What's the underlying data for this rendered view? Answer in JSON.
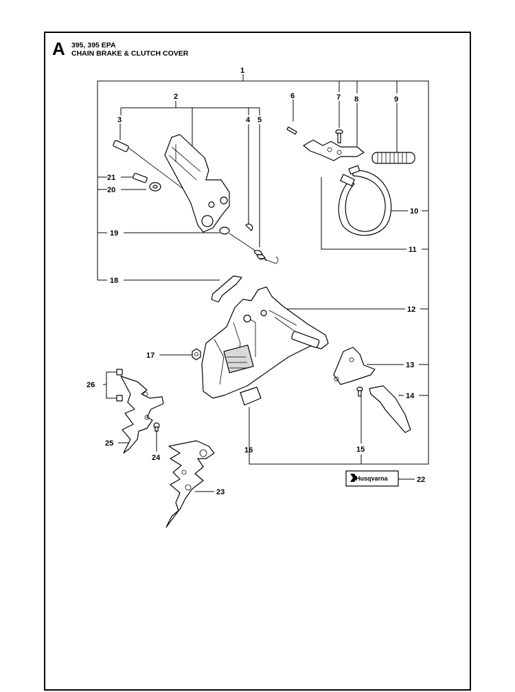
{
  "section": {
    "letter": "A",
    "model_line": "395, 395 EPA",
    "title": "CHAIN BRAKE & CLUTCH COVER"
  },
  "logo": {
    "brand": "Husqvarna"
  },
  "callouts": [
    {
      "id": "c1",
      "label": "1"
    },
    {
      "id": "c2",
      "label": "2"
    },
    {
      "id": "c3",
      "label": "3"
    },
    {
      "id": "c4",
      "label": "4"
    },
    {
      "id": "c5",
      "label": "5"
    },
    {
      "id": "c6",
      "label": "6"
    },
    {
      "id": "c7",
      "label": "7"
    },
    {
      "id": "c8",
      "label": "8"
    },
    {
      "id": "c9",
      "label": "9"
    },
    {
      "id": "c10",
      "label": "10"
    },
    {
      "id": "c11",
      "label": "11"
    },
    {
      "id": "c12",
      "label": "12"
    },
    {
      "id": "c13",
      "label": "13"
    },
    {
      "id": "c14",
      "label": "14"
    },
    {
      "id": "c15",
      "label": "15"
    },
    {
      "id": "c16",
      "label": "16"
    },
    {
      "id": "c17",
      "label": "17"
    },
    {
      "id": "c18",
      "label": "18"
    },
    {
      "id": "c19",
      "label": "19"
    },
    {
      "id": "c20",
      "label": "20"
    },
    {
      "id": "c21",
      "label": "21"
    },
    {
      "id": "c22",
      "label": "22"
    },
    {
      "id": "c23",
      "label": "23"
    },
    {
      "id": "c24",
      "label": "24"
    },
    {
      "id": "c25",
      "label": "25"
    },
    {
      "id": "c26",
      "label": "26"
    }
  ]
}
